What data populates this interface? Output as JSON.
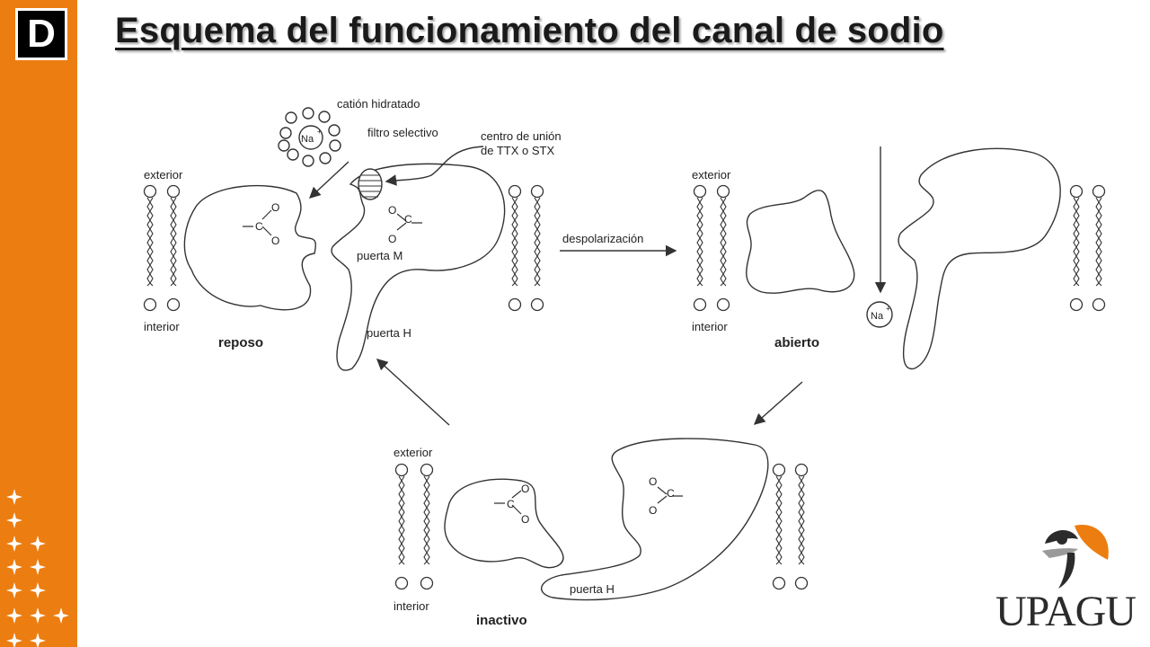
{
  "slide": {
    "badge_letter": "D",
    "title": "Esquema del funcionamiento del canal de sodio"
  },
  "diagram": {
    "labels": {
      "cation": "catión hidratado",
      "filter": "filtro selectivo",
      "binding_1": "centro de unión",
      "binding_2": "de TTX o STX",
      "exterior_rest": "exterior",
      "interior_rest": "interior",
      "gate_m": "puerta M",
      "gate_h_rest": "puerta H",
      "rest": "reposo",
      "depolarization": "despolarización",
      "exterior_open": "exterior",
      "interior_open": "interior",
      "open": "abierto",
      "exterior_inactive": "exterior",
      "interior_inactive": "interior",
      "gate_h_inactive": "puerta H",
      "inactive": "inactivo",
      "ion": "Na",
      "ion_charge": "+"
    }
  },
  "logo": {
    "text": "UPAGU",
    "accent_color": "#ec7d10"
  },
  "colors": {
    "sidebar": "#ec7d10",
    "title": "#1a1a1a"
  }
}
